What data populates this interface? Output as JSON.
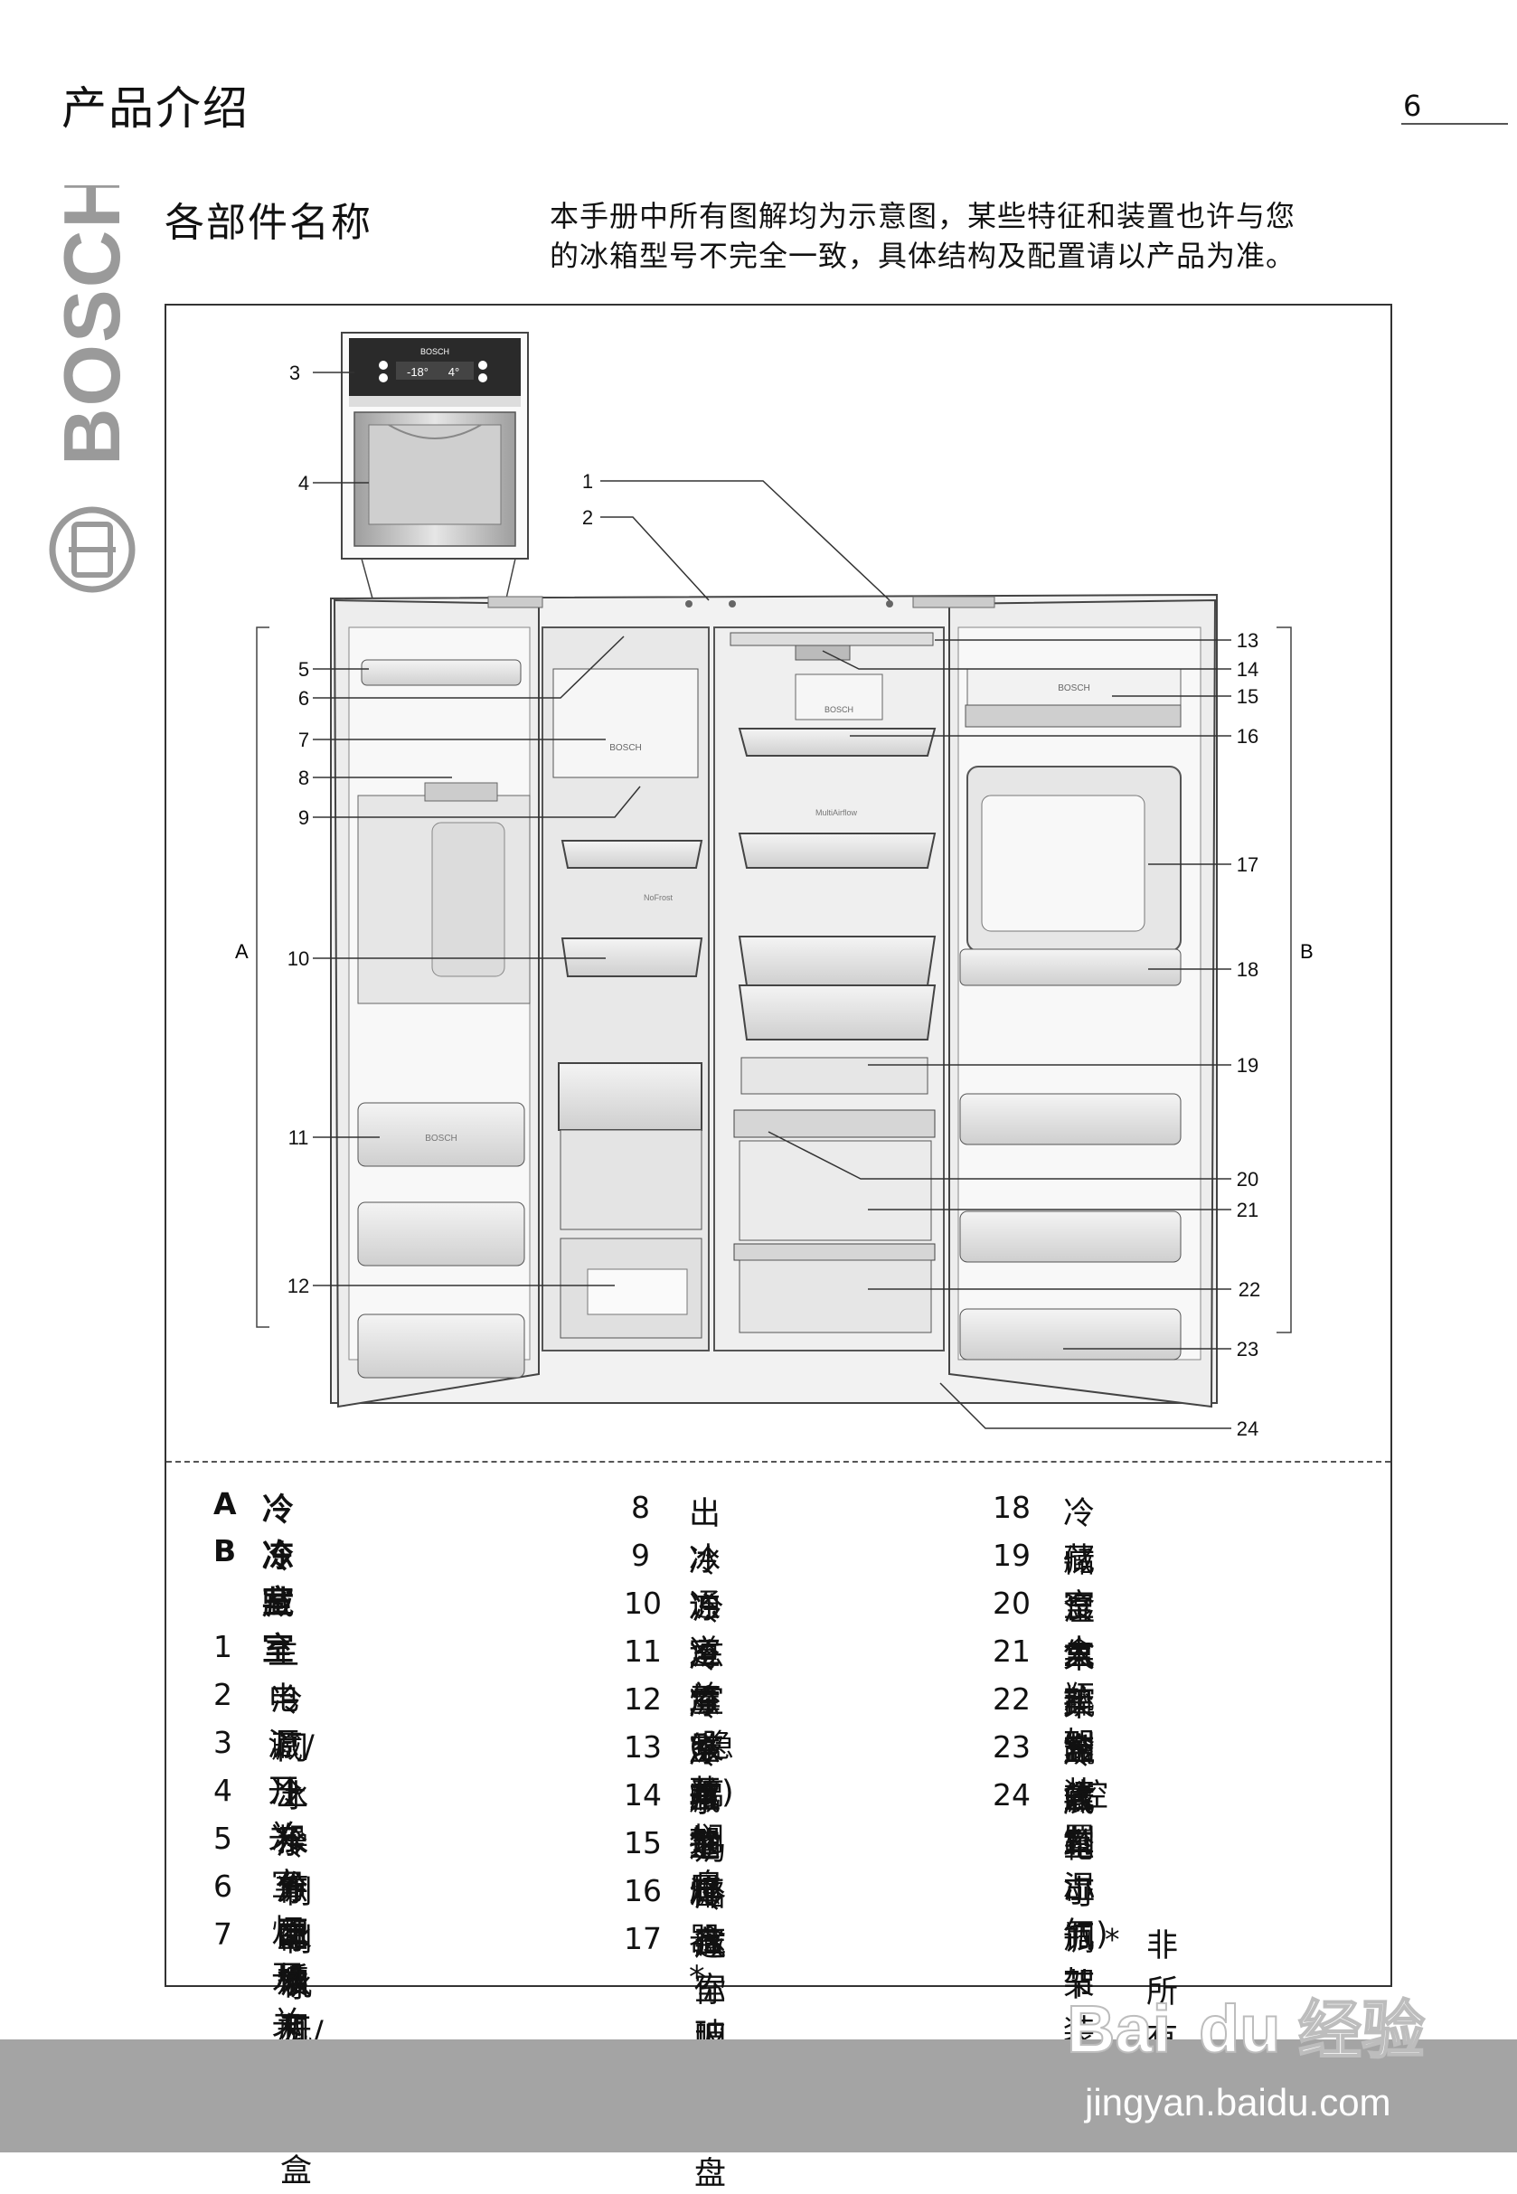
{
  "header": {
    "title": "产品介绍",
    "page_number": "6"
  },
  "brand": {
    "name": "BOSCH",
    "color": "#9a9a9a"
  },
  "section": {
    "title": "各部件名称",
    "intro_line1": "本手册中所有图解均为示意图，某些特征和装置也许与您",
    "intro_line2": "的冰箱型号不完全一致，具体结构及配置请以产品为准。"
  },
  "diagram": {
    "callouts": [
      "1",
      "2",
      "3",
      "4",
      "5",
      "6",
      "7",
      "8",
      "9",
      "10",
      "11",
      "12",
      "13",
      "14",
      "15",
      "16",
      "17",
      "18",
      "19",
      "20",
      "21",
      "22",
      "23",
      "24"
    ],
    "zone_a": "A",
    "zone_b": "B",
    "panel_brand": "BOSCH",
    "panel_temp_left": "-18°",
    "panel_temp_right": "4°",
    "freezer_brand": "BOSCH",
    "fridge_brand": "BOSCH",
    "dairy_brand": "BOSCH",
    "door_shelf_brand": "BOSCH",
    "multiairflow": "MultiAirflow",
    "nofrost": "NoFrost"
  },
  "legend": {
    "zones": [
      {
        "key": "A",
        "label": "冷冻室"
      },
      {
        "key": "B",
        "label": "冷藏室"
      }
    ],
    "col1": [
      {
        "num": "1",
        "label": "主电源开关"
      },
      {
        "num": "2",
        "label": "冷藏/冷冻室灯开关"
      },
      {
        "num": "3",
        "label": "门上操作面板"
      },
      {
        "num": "4",
        "label": "冰水分配槽"
      },
      {
        "num": "5",
        "label": "冷冻室矮瓶架"
      },
      {
        "num": "6",
        "label": "制冰机开关"
      },
      {
        "num": "7",
        "label": "制冰机/储冰盒"
      }
    ],
    "col2": [
      {
        "num": "8",
        "label": "出冰通道盖"
      },
      {
        "num": "9",
        "label": "冷冻室灯(隐藏)"
      },
      {
        "num": "10",
        "label": "冷冻室玻璃搁盘"
      },
      {
        "num": "11",
        "label": "冷冻室瓶架"
      },
      {
        "num": "12",
        "label": "冷冻室抽屉"
      },
      {
        "num": "13",
        "label": "冷藏室灯"
      },
      {
        "num": "14",
        "label": "水过滤器 *"
      },
      {
        "num": "15",
        "label": "奶酪盒"
      },
      {
        "num": "16",
        "label": "冷藏室玻璃搁盘"
      },
      {
        "num": "17",
        "label": "迷你吧 *"
      }
    ],
    "col3": [
      {
        "num": "18",
        "label": "冷藏室大瓶架"
      },
      {
        "num": "19",
        "label": "储食盒"
      },
      {
        "num": "20",
        "label": "湿气控制装置"
      },
      {
        "num": "21",
        "label": "果蔬盒(控制湿气)"
      },
      {
        "num": "22",
        "label": "果蔬盒"
      },
      {
        "num": "23",
        "label": "冷藏室小瓶架"
      },
      {
        "num": "24",
        "label": "底轮可调节装置"
      }
    ],
    "footnote_mark": "*",
    "footnote_text": "非所有型号"
  },
  "watermark": {
    "text1": "Bai",
    "text2": "du",
    "text3": "经验",
    "url": "jingyan.baidu.com"
  }
}
